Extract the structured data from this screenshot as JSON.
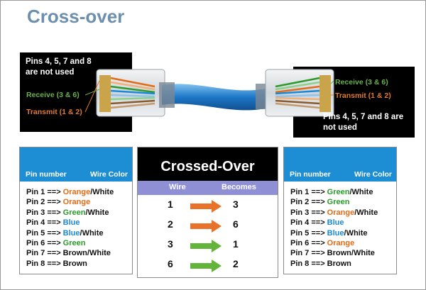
{
  "title": "Cross-over",
  "cable": {
    "left_note": "Pins 4, 5, 7 and 8 are not used",
    "right_note": "Pins 4, 5, 7 and 8 are not used",
    "left_receive": "Receive (3 & 6)",
    "left_transmit": "Transmit (1 & 2)",
    "right_receive": "Receive (3 & 6)",
    "right_transmit": "Transmit (1 & 2)"
  },
  "left_panel": {
    "col1": "Pin number",
    "col2": "Wire Color",
    "pins": [
      {
        "label": "Pin 1 ==> ",
        "color": "Orange",
        "suffix": "/White",
        "cls": "c-orange"
      },
      {
        "label": "Pin 2 ==> ",
        "color": "Orange",
        "suffix": "",
        "cls": "c-orange"
      },
      {
        "label": "Pin 3 ==> ",
        "color": "Green",
        "suffix": "/White",
        "cls": "c-green"
      },
      {
        "label": "Pin 4 ==> ",
        "color": "Blue",
        "suffix": "",
        "cls": "c-blue"
      },
      {
        "label": "Pin 5 ==> ",
        "color": "Blue",
        "suffix": "/White",
        "cls": "c-blue"
      },
      {
        "label": "Pin 6 ==> ",
        "color": "Green",
        "suffix": "",
        "cls": "c-green"
      },
      {
        "label": "Pin 7 ==> ",
        "color": "Brown",
        "suffix": "/White",
        "cls": "c-plain"
      },
      {
        "label": "Pin 8 ==> ",
        "color": "Brown",
        "suffix": "",
        "cls": "c-plain"
      }
    ]
  },
  "right_panel": {
    "col1": "Pin number",
    "col2": "Wire Color",
    "pins": [
      {
        "label": "Pin 1 ==> ",
        "color": "Green",
        "suffix": "/White",
        "cls": "c-green"
      },
      {
        "label": "Pin 2 ==> ",
        "color": "Green",
        "suffix": "",
        "cls": "c-green"
      },
      {
        "label": "Pin 3 ==> ",
        "color": "Orange",
        "suffix": "/White",
        "cls": "c-orange"
      },
      {
        "label": "Pin 4 ==> ",
        "color": "Blue",
        "suffix": "",
        "cls": "c-blue"
      },
      {
        "label": "Pin 5 ==> ",
        "color": "Blue",
        "suffix": "/White",
        "cls": "c-blue"
      },
      {
        "label": "Pin 6 ==> ",
        "color": "Orange",
        "suffix": "",
        "cls": "c-orange"
      },
      {
        "label": "Pin 7 ==> ",
        "color": "Brown",
        "suffix": "/White",
        "cls": "c-plain"
      },
      {
        "label": "Pin 8 ==> ",
        "color": "Brown",
        "suffix": "",
        "cls": "c-plain"
      }
    ]
  },
  "crossed_over": {
    "title": "Crossed-Over",
    "col_wire": "Wire",
    "col_becomes": "Becomes",
    "rows": [
      {
        "from": "1",
        "to": "3",
        "arrow": "orange"
      },
      {
        "from": "2",
        "to": "6",
        "arrow": "orange"
      },
      {
        "from": "3",
        "to": "1",
        "arrow": "green"
      },
      {
        "from": "6",
        "to": "2",
        "arrow": "green"
      }
    ]
  },
  "colors": {
    "title": "#6d8fae",
    "panel_header": "#1d8ed3",
    "subheader": "#8f8fd6",
    "orange": "#e36b16",
    "green": "#2b9a2b",
    "blue": "#1a8ad8",
    "arrow_orange": "#e8722a",
    "arrow_green": "#62b43a",
    "cable_blue": "#1e78c8"
  }
}
